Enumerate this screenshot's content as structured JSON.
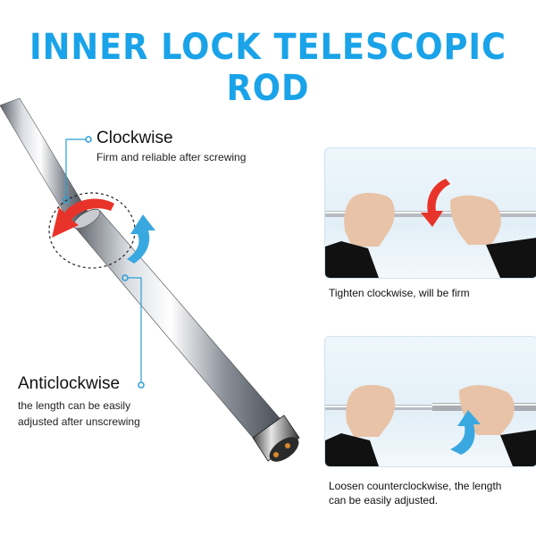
{
  "title": "INNER LOCK TELESCOPIC ROD",
  "clockwise": {
    "heading": "Clockwise",
    "description": "Firm and reliable after screwing"
  },
  "anticlockwise": {
    "heading": "Anticlockwise",
    "description_line1": "the length can be easily",
    "description_line2": "adjusted after unscrewing"
  },
  "panels": [
    {
      "caption_line1": "Tighten clockwise, will be firm",
      "caption_line2": ""
    },
    {
      "caption_line1": "Loosen counterclockwise, the length",
      "caption_line2": "can be easily adjusted."
    }
  ],
  "colors": {
    "title": "#1aa3e8",
    "rotate_red": "#e8332a",
    "rotate_blue": "#3aa8e0",
    "leader_line": "#2a9fd6"
  }
}
